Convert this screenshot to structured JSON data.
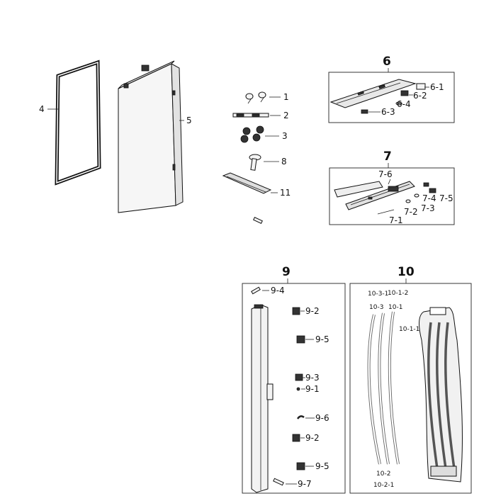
{
  "labels": {
    "p4": "4",
    "p5": "5",
    "p1": "1",
    "p2": "2",
    "p3": "3",
    "p8": "8",
    "p11": "11",
    "g6": "6",
    "p6_1": "6-1",
    "p6_2": "6-2",
    "p6_4": "6-4",
    "p6_3": "6-3",
    "g7": "7",
    "p7_6": "7-6",
    "p7_4": "7-4",
    "p7_5": "7-5",
    "p7_3": "7-3",
    "p7_2": "7-2",
    "p7_1": "7-1",
    "g9": "9",
    "p9_4": "9-4",
    "p9_2a": "9-2",
    "p9_5a": "9-5",
    "p9_3": "9-3",
    "p9_1": "9-1",
    "p9_6": "9-6",
    "p9_2b": "9-2",
    "p9_5b": "9-5",
    "p9_7": "9-7",
    "g10": "10",
    "p10_3_1": "10-3-1",
    "p10_1_2": "10-1-2",
    "p10_3": "10-3",
    "p10_1": "10-1",
    "p10_1_1": "10-1-1",
    "p10_2": "10-2",
    "p10_2_1": "10-2-1"
  }
}
